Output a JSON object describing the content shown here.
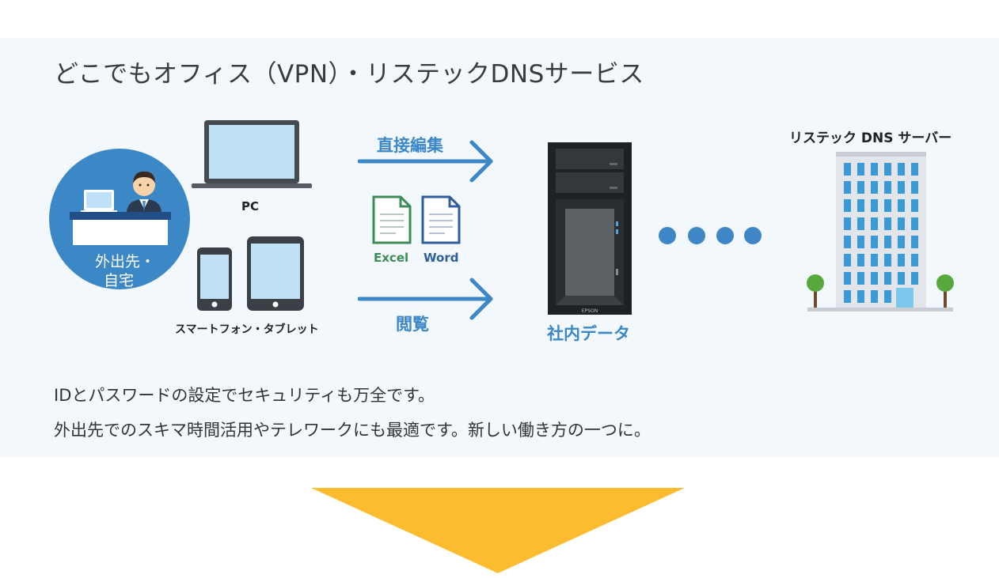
{
  "title": "どこでもオフィス（VPN）・リステックDNSサービス",
  "location": {
    "label_line1": "外出先・",
    "label_line2": "自宅"
  },
  "devices": {
    "pc": "PC",
    "mobile": "スマートフォン・タブレット"
  },
  "arrows": {
    "edit": "直接編集",
    "view": "閲覧"
  },
  "files": {
    "excel": "Excel",
    "word": "Word"
  },
  "server": {
    "label": "社内データ",
    "brand": "EPSON"
  },
  "dns": {
    "label": "リステック DNS サーバー"
  },
  "description": {
    "line1": "IDとパスワードの設定でセキュリティも万全です。",
    "line2": "外出先でのスキマ時間活用やテレワークにも最適です。新しい働き方の一つに。"
  },
  "colors": {
    "accent_blue": "#3c87c6",
    "panel_bg": "#f2f8fc",
    "arrow_yellow": "#fbbd2f",
    "excel_green": "#3e8c55",
    "word_blue": "#2f5d9e"
  }
}
